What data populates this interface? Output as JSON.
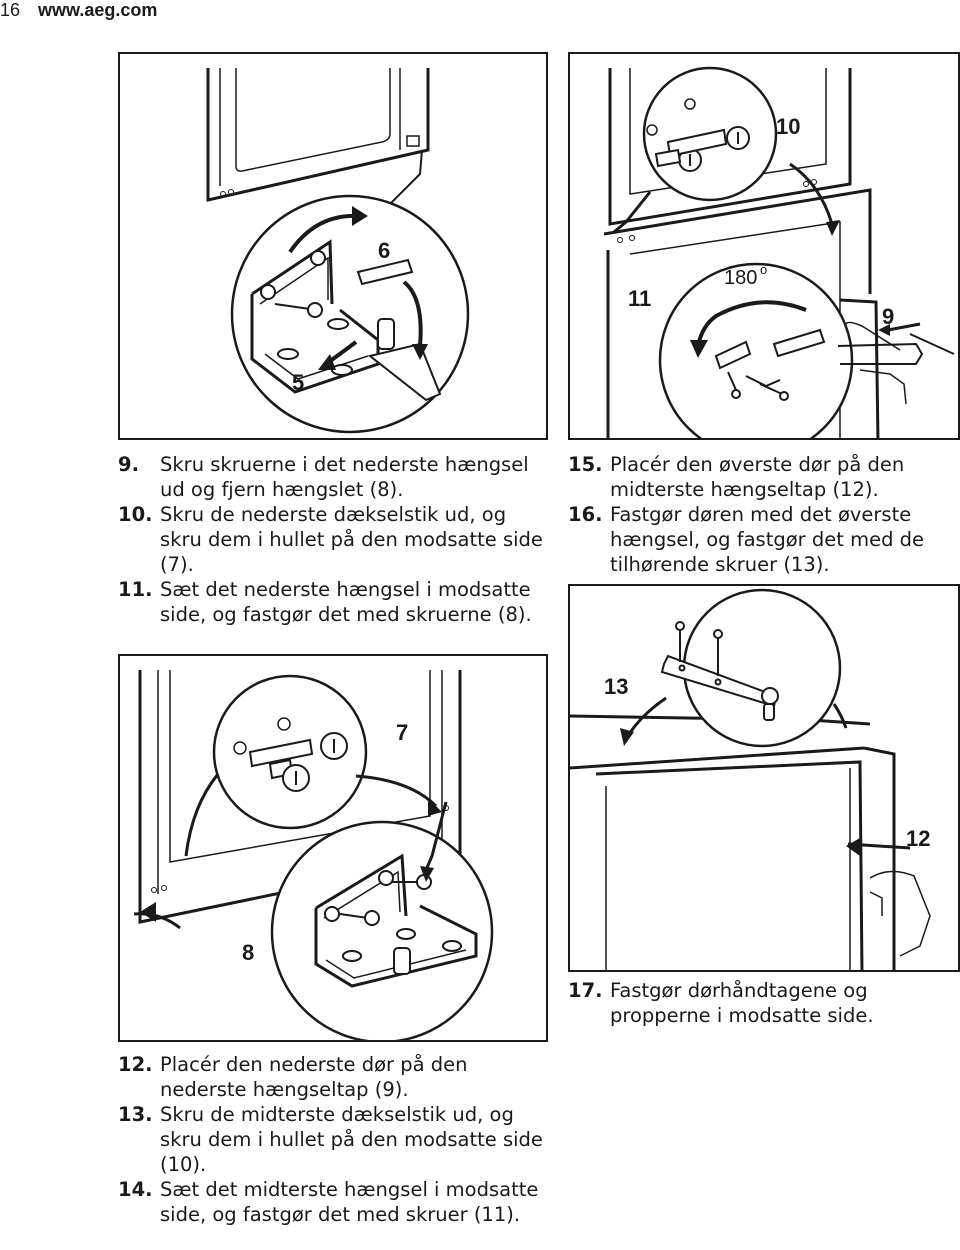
{
  "header": {
    "page_number": "16",
    "site": "www.aeg.com"
  },
  "figures": {
    "fig1": {
      "callouts": [
        "6",
        "5"
      ]
    },
    "fig2": {
      "callouts": [
        "10",
        "11",
        "9"
      ],
      "angle": "180",
      "angle_unit": "o"
    },
    "fig3": {
      "callouts": [
        "7",
        "8"
      ]
    },
    "fig4": {
      "callouts": [
        "13",
        "12"
      ]
    }
  },
  "instructions_a": [
    {
      "num": "9.",
      "text": "Skru skruerne i det nederste hængsel ud og fjern hængslet (8)."
    },
    {
      "num": "10.",
      "text": "Skru de nederste dækselstik ud, og skru dem i hullet på den modsatte side (7)."
    },
    {
      "num": "11.",
      "text": "Sæt det nederste hængsel i modsatte side, og fastgør det med skruerne (8)."
    }
  ],
  "instructions_b": [
    {
      "num": "15.",
      "text": "Placér den øverste dør på den midterste hængseltap (12)."
    },
    {
      "num": "16.",
      "text": "Fastgør døren med det øverste hængsel, og fastgør det med de tilhørende skruer (13)."
    }
  ],
  "instructions_c": [
    {
      "num": "12.",
      "text": "Placér den nederste dør på den nederste hængseltap (9)."
    },
    {
      "num": "13.",
      "text": "Skru de midterste dækselstik ud, og skru dem i hullet på den modsatte side (10)."
    },
    {
      "num": "14.",
      "text": "Sæt det midterste hængsel i modsatte side, og fastgør det med skruer (11)."
    }
  ],
  "instructions_d": [
    {
      "num": "17.",
      "text": "Fastgør dørhåndtagene og propperne i modsatte side."
    }
  ]
}
